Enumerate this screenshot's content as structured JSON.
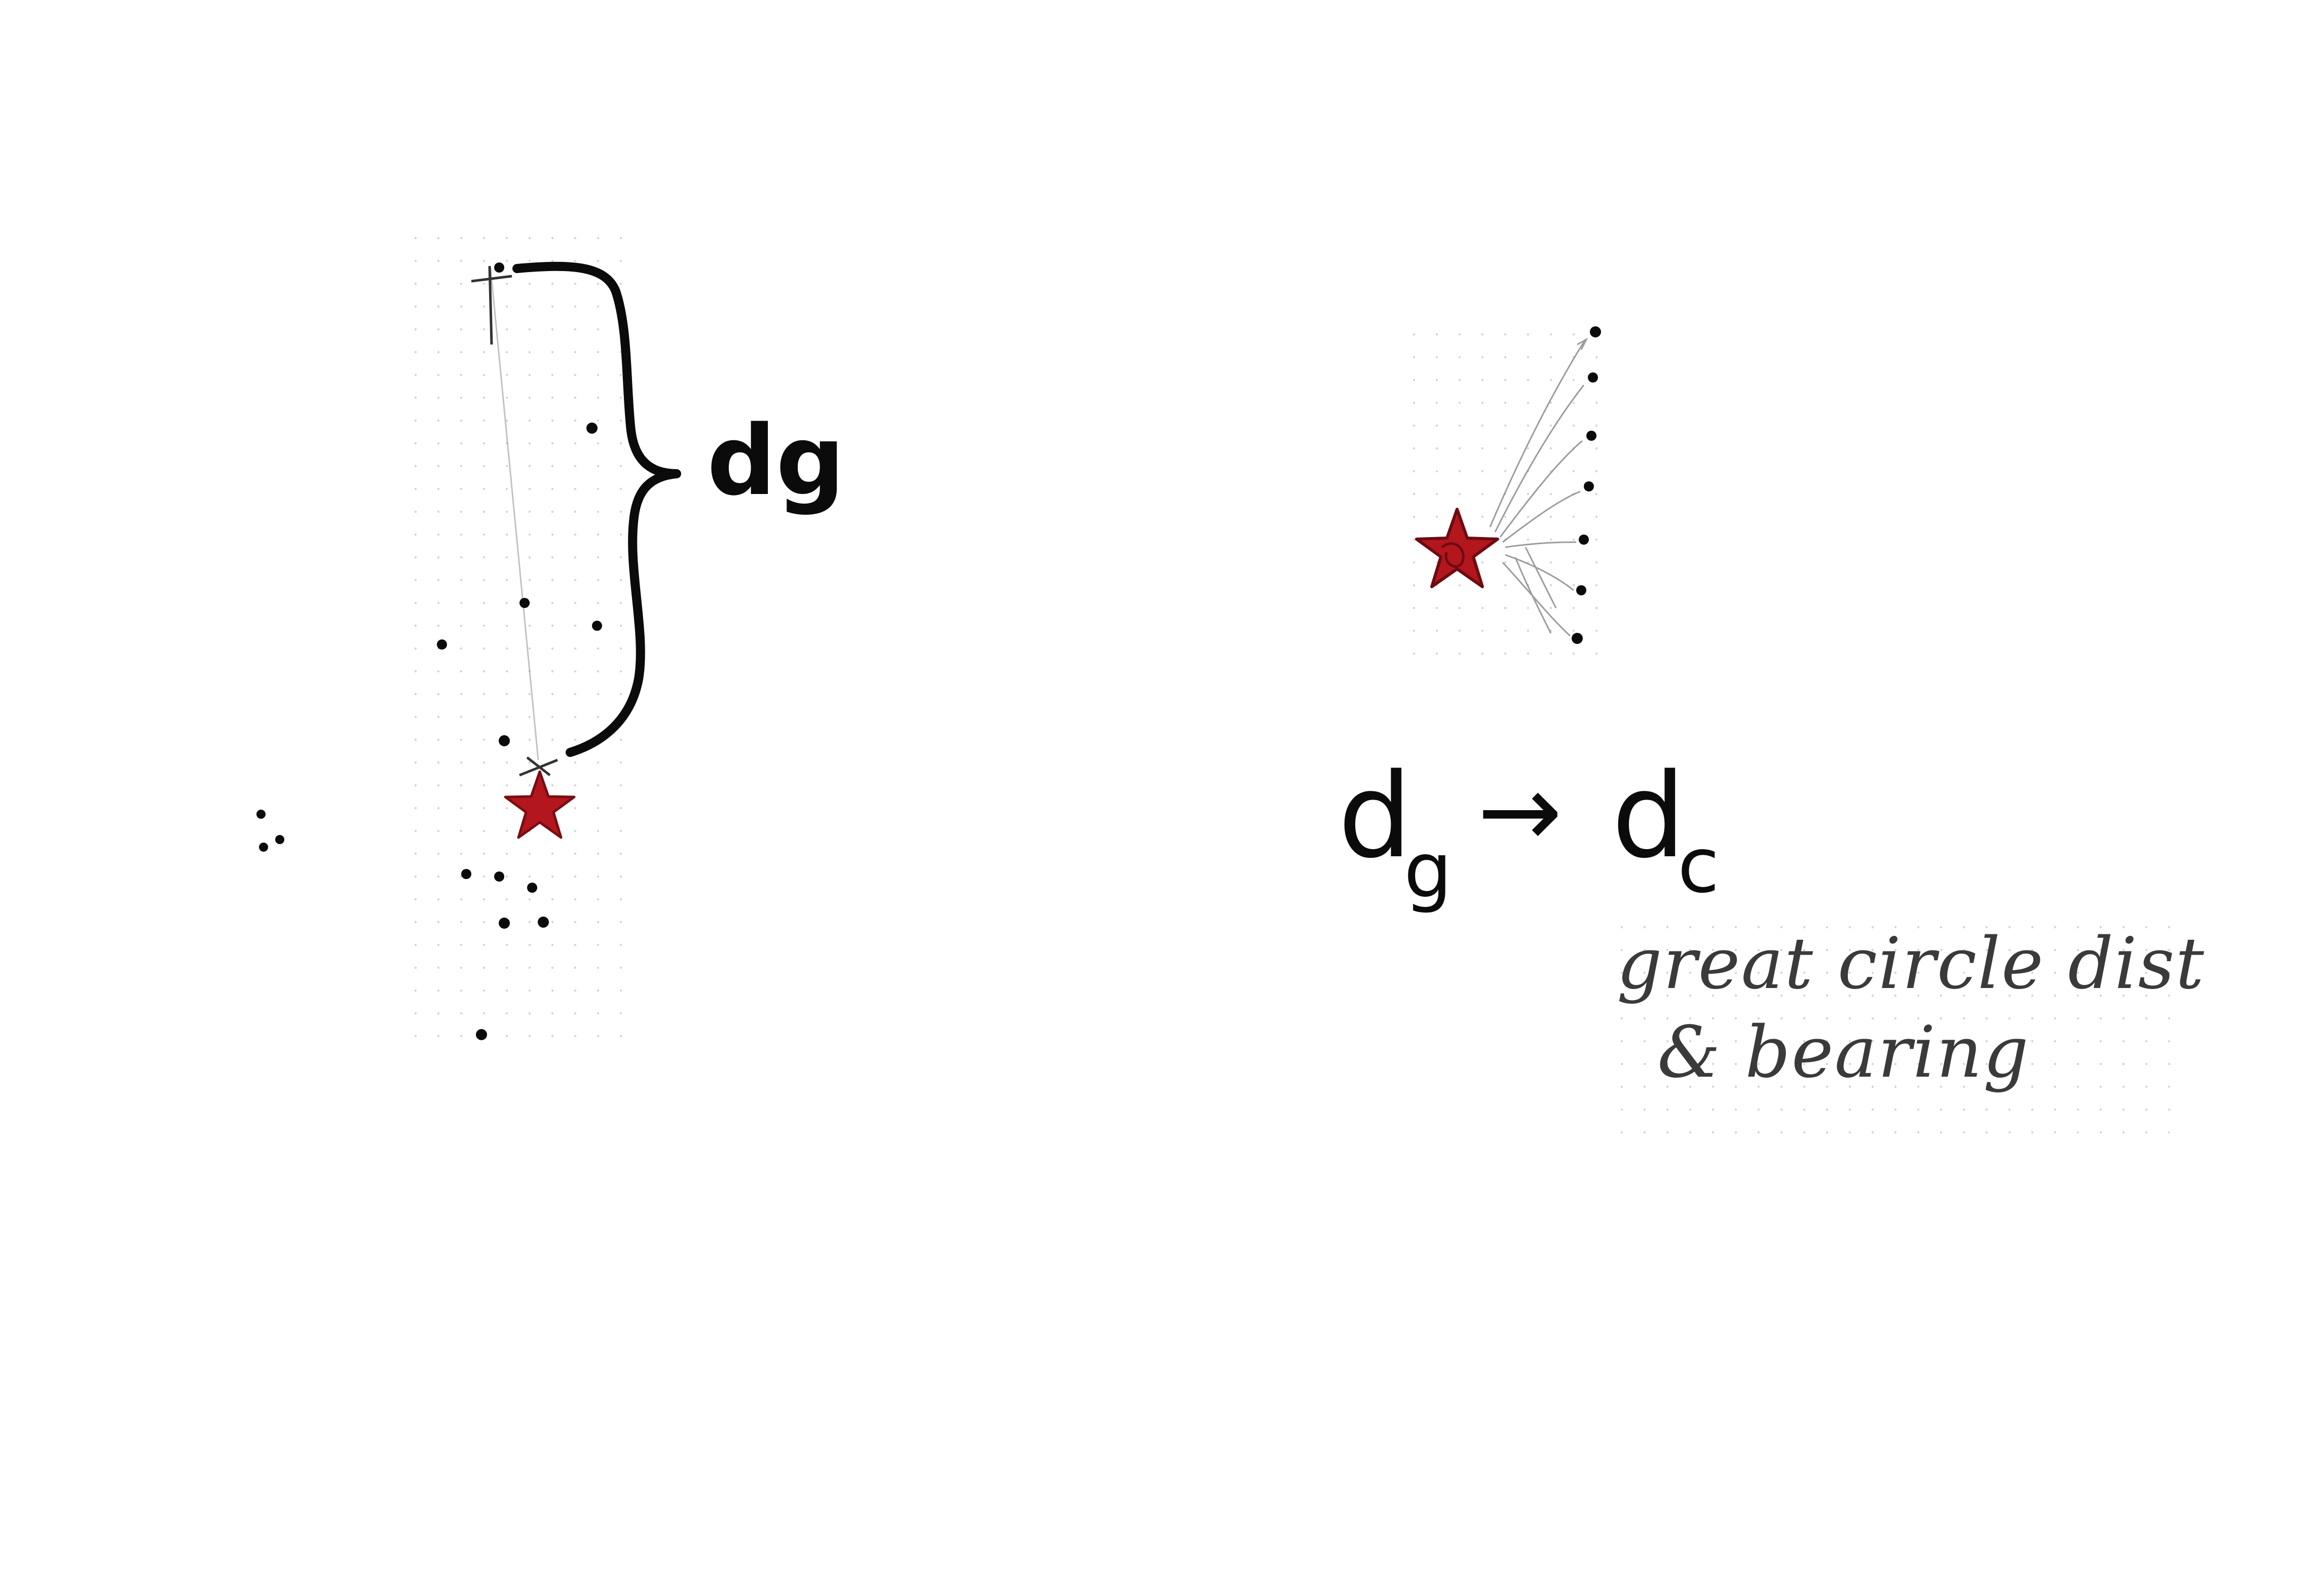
{
  "diagram": {
    "left_label": {
      "main": "d",
      "sub": "g"
    },
    "right_formula": {
      "from": {
        "main": "d",
        "sub": "g"
      },
      "arrow": "→",
      "to": {
        "main": "d",
        "sub": "c"
      }
    },
    "annotation": {
      "line1": "great circle dist",
      "line2": "& bearing"
    },
    "colors": {
      "ink": "#0b0b0b",
      "star": "#b3161d",
      "pencil": "#3a3a3a",
      "grid_dot": "#cfcfcf"
    }
  }
}
